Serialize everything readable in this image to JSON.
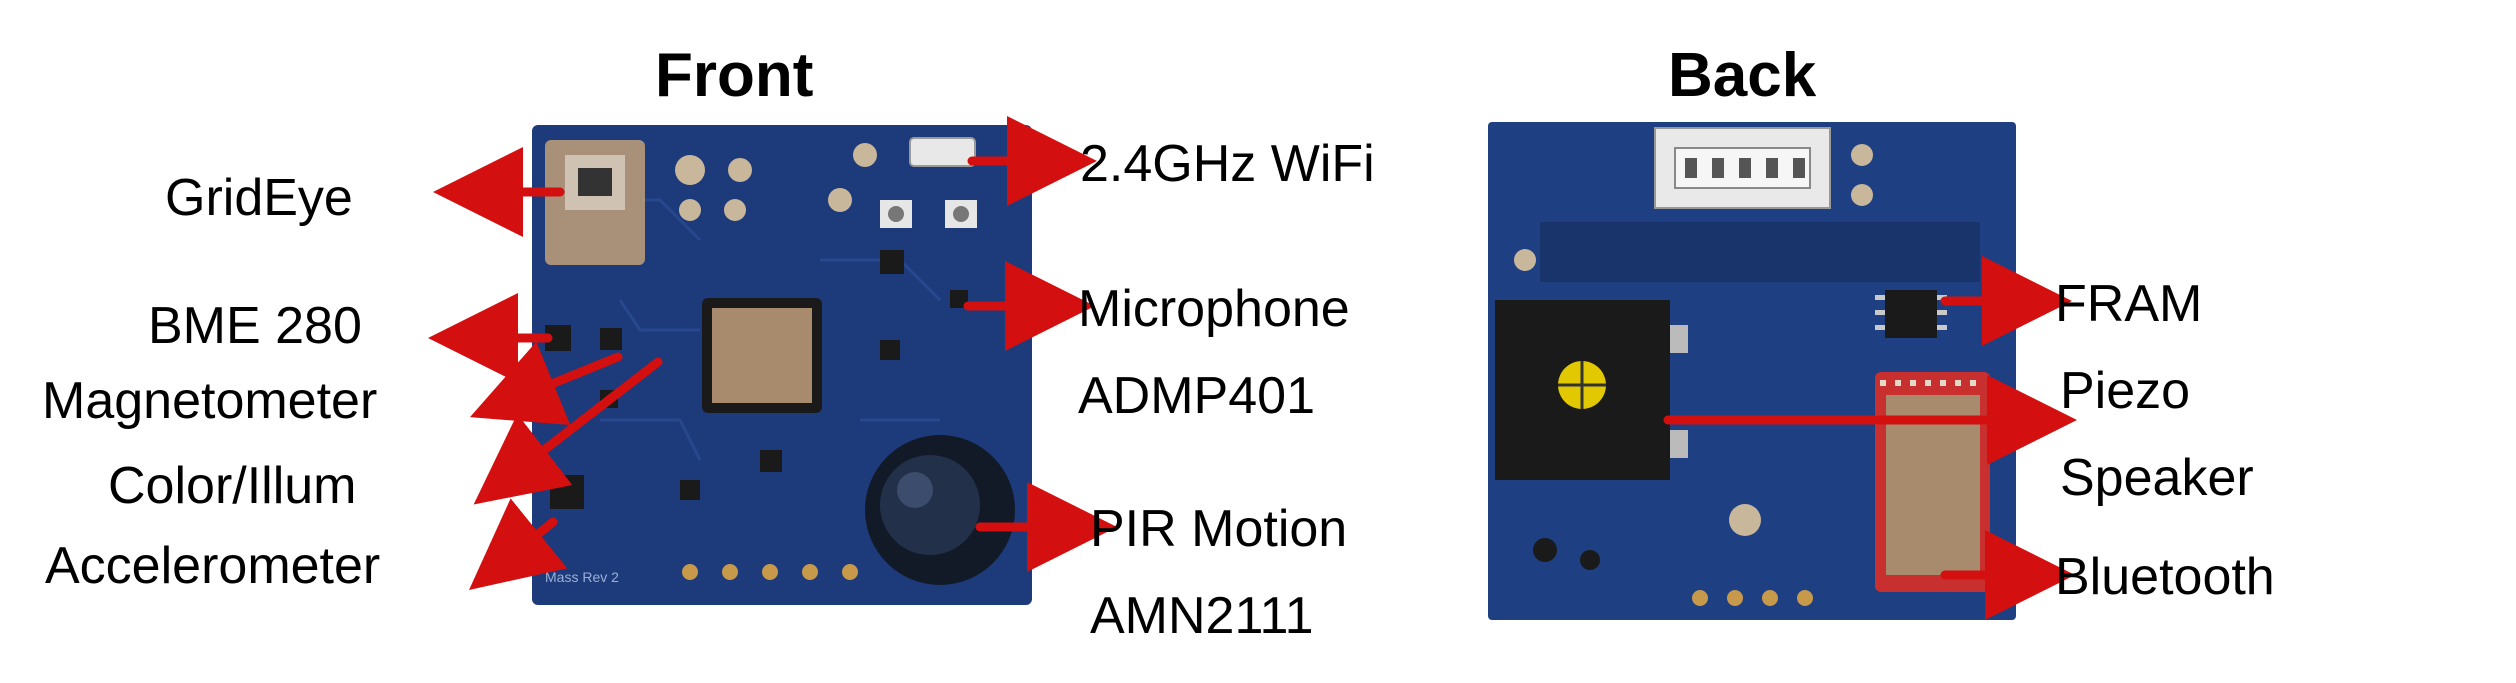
{
  "titles": {
    "front": "Front",
    "back": "Back"
  },
  "front_labels": {
    "grideye": "GridEye",
    "bme280": "BME 280",
    "magnetometer": "Magnetometer",
    "color_illum": "Color/Illum",
    "accelerometer": "Accelerometer",
    "wifi": "2.4GHz WiFi",
    "microphone": "Microphone",
    "microphone_part": "ADMP401",
    "pir": "PIR Motion",
    "pir_part": "AMN2111"
  },
  "back_labels": {
    "fram": "FRAM",
    "piezo": "Piezo",
    "speaker": "Speaker",
    "bluetooth": "Bluetooth"
  },
  "board_silkscreen": "Mass Rev 2",
  "colors": {
    "pcb_blue": "#1d3a7a",
    "arrow_red": "#d40f0f",
    "module_tan": "#a88a6c",
    "component_black": "#1a1a1a"
  }
}
